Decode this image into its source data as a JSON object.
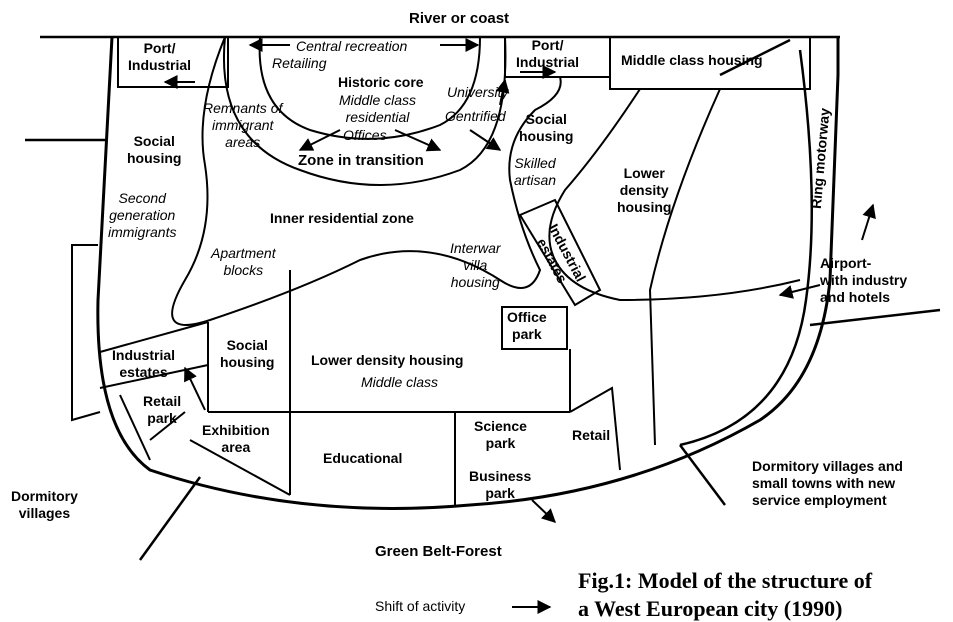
{
  "diagram": {
    "top_label": "River or coast",
    "bottom_label": "Green Belt-Forest",
    "zones": {
      "port_left": "Port/\nIndustrial",
      "port_right": "Port/\nIndustrial",
      "middle_class_housing": "Middle class housing",
      "central_recreation": "Central recreation",
      "retailing": "Retailing",
      "historic_core": "Historic core",
      "middle_class_residential": "Middle class\nresidential",
      "offices": "Offices",
      "remnants": "Remnants of\nimmigrant\nareas",
      "university": "University",
      "gentrified": "Gentrified",
      "zone_in_transition": "Zone in transition",
      "social_housing_left": "Social\nhousing",
      "second_generation": "Second\ngeneration\nimmigrants",
      "social_housing_right": "Social\nhousing",
      "skilled_artisan": "Skilled\nartisan",
      "lower_density_right": "Lower\ndensity\nhousing",
      "ring_motorway": "Ring motorway",
      "inner_residential": "Inner residential zone",
      "industrial_estates_right": "Industrial\nestates",
      "apartment_blocks": "Apartment\nblocks",
      "interwar_villa": "Interwar\nvilla\nhousing",
      "airport": "Airport-\nwith industry\nand hotels",
      "office_park": "Office\npark",
      "social_housing_bottom": "Social\nhousing",
      "industrial_estates_left": "Industrial\nestates",
      "lower_density_bottom": "Lower density housing",
      "middle_class": "Middle class",
      "retail_park": "Retail\npark",
      "exhibition_area": "Exhibition\narea",
      "educational": "Educational",
      "science_park": "Science\npark",
      "retail": "Retail",
      "business_park": "Business\npark",
      "dormitory_villages": "Dormitory\nvillages",
      "dormitory_villages_towns": "Dormitory villages and\nsmall towns with new\nservice employment"
    },
    "legend": "Shift of activity",
    "caption": "Fig.1: Model of the structure of\na West European city (1990)"
  }
}
